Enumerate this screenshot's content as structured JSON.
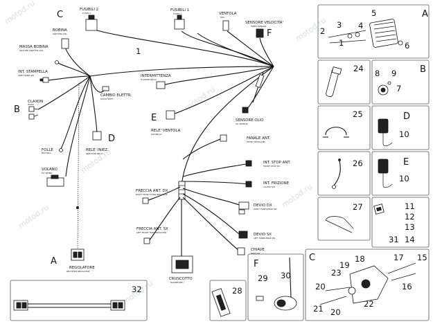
{
  "watermark": "motod.ru",
  "wiring": {
    "main_harness_number": "1",
    "labels": {
      "fusibili_2": {
        "title": "FUSIBILI 2",
        "sub": "FUSES 2"
      },
      "fusibili_1": {
        "title": "FUSIBILI 1",
        "sub": "FUSES 1"
      },
      "ventola": {
        "title": "VENTOLA",
        "sub": "FAN"
      },
      "sensore_velocita": {
        "title": "SENSORE VELOCITA'",
        "sub": "SPEED SENSOR"
      },
      "bobina": {
        "title": "BOBINA",
        "sub": "IGNITION COIL"
      },
      "massa_bobina": {
        "title": "MASSA BOBINA",
        "sub": "GROUND IGNITION COIL"
      },
      "int_stampella": {
        "title": "INT. STAMPELLA",
        "sub": "SIDE STAND SW"
      },
      "intermittenza": {
        "title": "INTERMITTENZA",
        "sub": "FLASHER RELAY"
      },
      "cambio_elettr": {
        "title": "CAMBIO ELETTR.",
        "sub": "QUICK SHIFT"
      },
      "claxon": {
        "title": "CLAXON",
        "sub": "HORN"
      },
      "rele_ventola": {
        "title": "RELE' VENTOLA",
        "sub": "FAN RELAY"
      },
      "sensore_olio": {
        "title": "SENSORE OLIO",
        "sub": "OIL SENSOR"
      },
      "rele_iniez": {
        "title": "RELE' INIEZ.",
        "sub": "INJECTION RELAY"
      },
      "folle": {
        "title": "FOLLE",
        "sub": "NEUTRAL"
      },
      "fanale_ant": {
        "title": "FANALE ANT.",
        "sub": "FRONT HEADLAMP"
      },
      "volano": {
        "title": "VOLANO",
        "sub": "FLY WHEEL"
      },
      "int_stop_ant": {
        "title": "INT. STOP ANT.",
        "sub": "FRONT STOP SW"
      },
      "int_frizione": {
        "title": "INT. FRIZIONE",
        "sub": "CLUTCH SW"
      },
      "freccia_ant_dx": {
        "title": "FRECCIA ANT. DX",
        "sub": "RIGHT FRONT TURN INDICATOR"
      },
      "devio_dx": {
        "title": "DEVIO DX",
        "sub": "RIGHT HANDLEBAR SW"
      },
      "freccia_ant_sx": {
        "title": "FRECCIA ANT. SX",
        "sub": "LEFT FRONT TURN INDICATOR"
      },
      "devio_sx": {
        "title": "DEVIO SX",
        "sub": "LEFT HANDLEBAR SW"
      },
      "chiave": {
        "title": "CHIAVE",
        "sub": "MAIN SW"
      },
      "regolatore": {
        "title": "REGOLATORE",
        "sub": "RECTIFIER REGULATOR"
      },
      "cruscotto": {
        "title": "CRUSCOTTO",
        "sub": "DASHBOARD"
      }
    },
    "callouts": {
      "C": "C",
      "B": "B",
      "D": "D",
      "E": "E",
      "F": "F",
      "A": "A"
    }
  },
  "insets": {
    "A": {
      "letter": "A",
      "numbers": [
        "5",
        "2",
        "3",
        "4",
        "1",
        "6"
      ]
    },
    "p24": {
      "numbers": [
        "24"
      ]
    },
    "B": {
      "letter": "B",
      "numbers": [
        "8",
        "9",
        "7"
      ]
    },
    "p25": {
      "numbers": [
        "25"
      ]
    },
    "D": {
      "letter": "D",
      "numbers": [
        "10"
      ]
    },
    "p26": {
      "numbers": [
        "26"
      ]
    },
    "E": {
      "letter": "E",
      "numbers": [
        "10"
      ]
    },
    "p27": {
      "numbers": [
        "27"
      ]
    },
    "fuses": {
      "numbers": [
        "11",
        "12",
        "13",
        "31",
        "14"
      ]
    },
    "p32": {
      "numbers": [
        "32"
      ]
    },
    "p28": {
      "numbers": [
        "28"
      ]
    },
    "F": {
      "letter": "F",
      "numbers": [
        "29",
        "30"
      ]
    },
    "C": {
      "letter": "C",
      "numbers": [
        "23",
        "18",
        "19",
        "17",
        "15",
        "20",
        "16",
        "21",
        "20",
        "22"
      ]
    }
  }
}
